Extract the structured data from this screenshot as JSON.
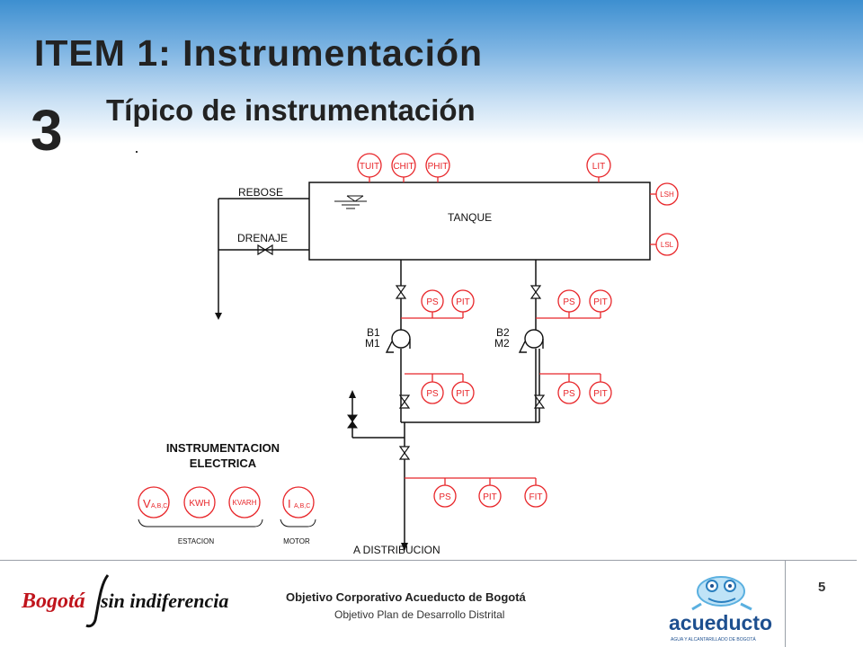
{
  "slide": {
    "title": "ITEM 1:  Instrumentación",
    "number": "3",
    "subtitle": "Típico de instrumentación",
    "page": "5"
  },
  "diagram": {
    "tank_label": "TANQUE",
    "rebose_label": "REBOSE",
    "drenaje_label": "DRENAJE",
    "distribution_label": "A DISTRIBUCION",
    "tank_top_instruments": [
      "TUIT",
      "CHIT",
      "PHIT"
    ],
    "level_transmitter": "LIT",
    "level_switch_high": "LSH",
    "level_switch_low": "LSL",
    "pump1_name": "B1",
    "pump1_motor": "M1",
    "pump2_name": "B2",
    "pump2_motor": "M2",
    "ps": "PS",
    "pit": "PIT",
    "fit": "FIT",
    "electrical_title_1": "INSTRUMENTACION",
    "electrical_title_2": "ELECTRICA",
    "elec_v_main": "V",
    "elec_v_sub": "A,B,C",
    "elec_kwh": "KWH",
    "elec_kvarh": "KVARH",
    "elec_i_main": "I",
    "elec_i_sub": "A,B,C",
    "station_label": "ESTACION",
    "motor_label": "MOTOR"
  },
  "footer": {
    "title": "Objetivo Corporativo Acueducto de Bogotá",
    "subtitle": "Objetivo Plan de Desarrollo Distrital",
    "bogota_logo_text_1": "Bogotá",
    "bogota_logo_text_2": "sin indiferencia",
    "acueducto_logo_text": "acueducto",
    "acueducto_logo_sub": "AGUA Y ALCANTARILLADO DE BOGOTÁ"
  },
  "colors": {
    "instrument_red": "#e8262a",
    "line_black": "#111111",
    "header_blue": "#3d8fd0"
  }
}
